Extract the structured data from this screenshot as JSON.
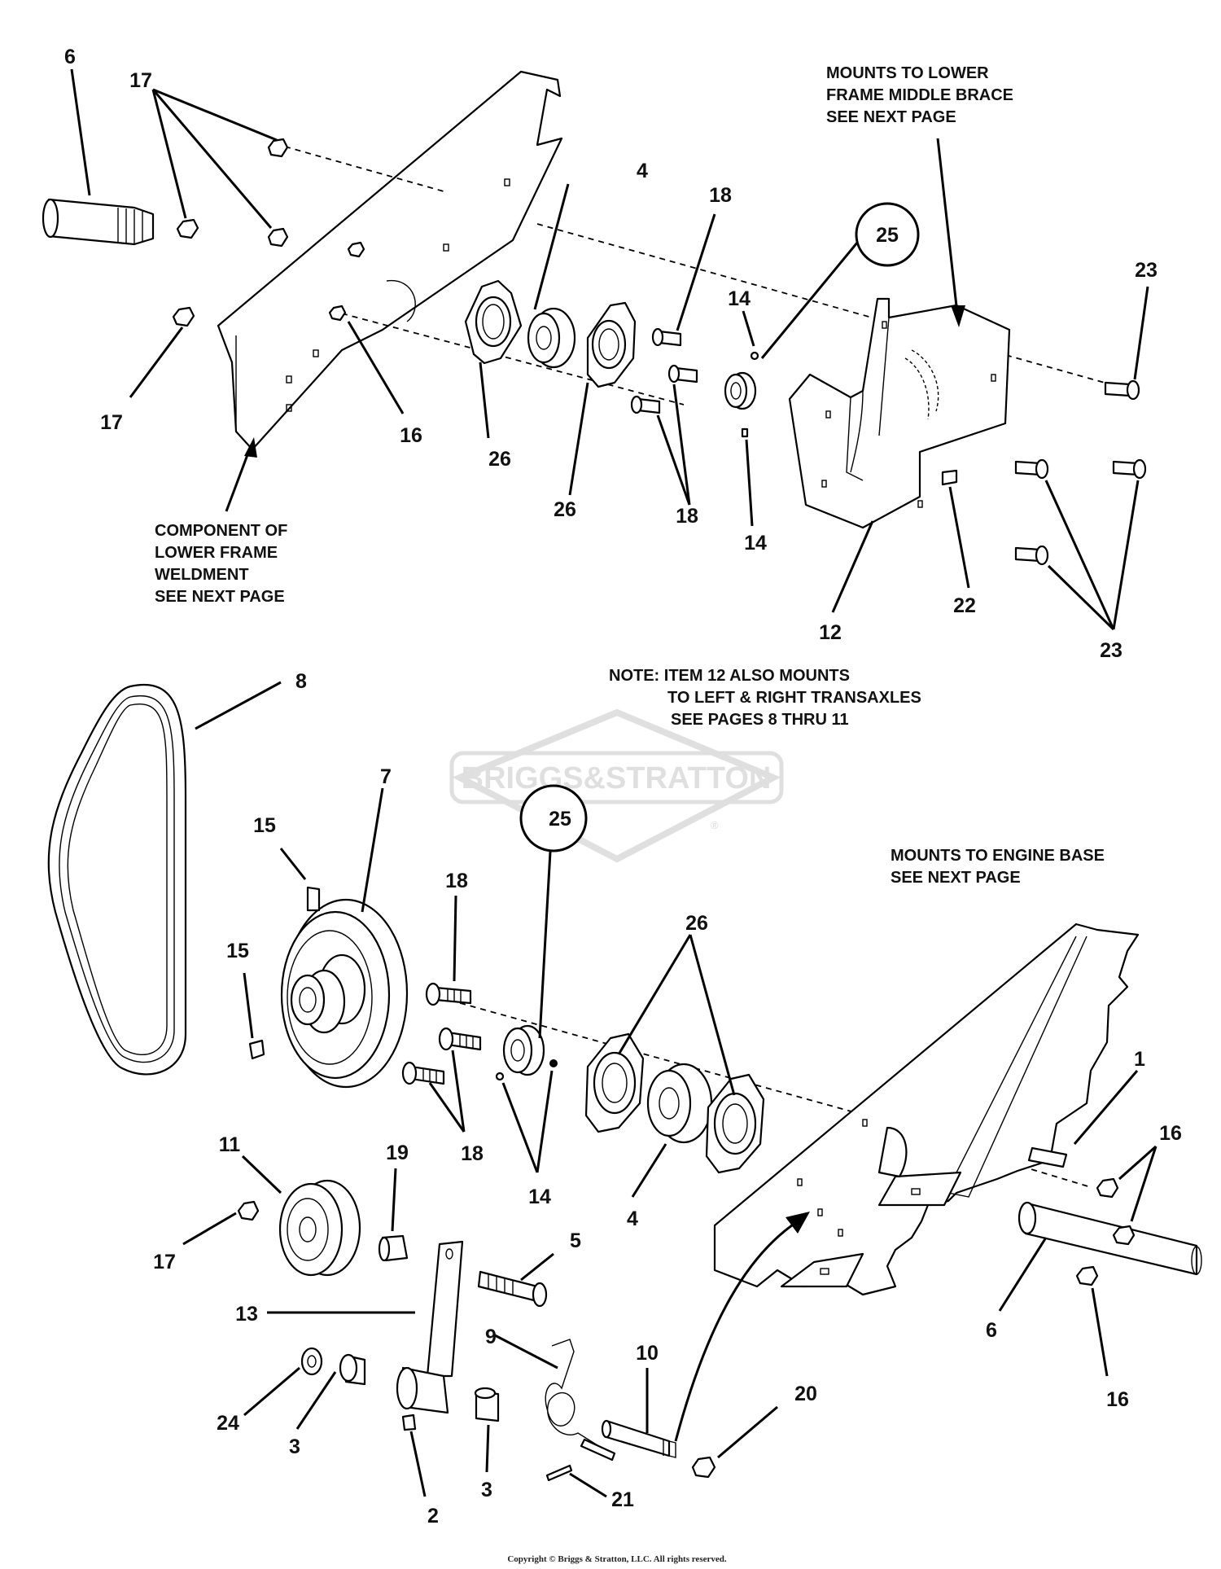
{
  "watermark": {
    "brand": "BRIGGS&STRATTON",
    "registered": "®"
  },
  "notes": {
    "upper_mount": [
      "MOUNTS TO LOWER",
      "FRAME MIDDLE BRACE",
      "SEE NEXT PAGE"
    ],
    "lower_frame": [
      "COMPONENT OF",
      "LOWER FRAME",
      "WELDMENT",
      "SEE NEXT PAGE"
    ],
    "item12": [
      "NOTE: ITEM 12 ALSO MOUNTS",
      "TO LEFT & RIGHT TRANSAXLES",
      "SEE PAGES 8 THRU 11"
    ],
    "engine_base": [
      "MOUNTS TO ENGINE BASE",
      "SEE NEXT PAGE"
    ]
  },
  "callouts": {
    "c6_top": "6",
    "c17_top": "17",
    "c17_left": "17",
    "c16_top": "16",
    "c26_a": "26",
    "c26_b": "26",
    "c4_top": "4",
    "c18_top": "18",
    "c18_mid": "18",
    "c14_top": "14",
    "c14_mid": "14",
    "c25_top": "25",
    "c12": "12",
    "c22": "22",
    "c23_top": "23",
    "c23_bottom": "23",
    "c8": "8",
    "c7": "7",
    "c15_a": "15",
    "c15_b": "15",
    "c18_lower_a": "18",
    "c18_lower_b": "18",
    "c25_bottom": "25",
    "c26_lower": "26",
    "c14_lower": "14",
    "c4_lower": "4",
    "c1": "1",
    "c16_right": "16",
    "c16_bottom": "16",
    "c6_bottom": "6",
    "c11": "11",
    "c19": "19",
    "c17_bottom": "17",
    "c5": "5",
    "c13": "13",
    "c9": "9",
    "c10": "10",
    "c20": "20",
    "c24": "24",
    "c3_a": "3",
    "c3_b": "3",
    "c2": "2",
    "c21": "21"
  },
  "copyright": "Copyright © Briggs & Stratton, LLC. All rights reserved."
}
